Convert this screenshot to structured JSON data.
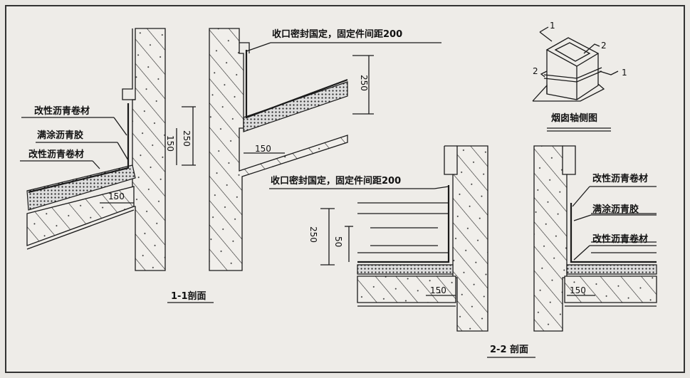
{
  "section_1_1": {
    "labels": [
      "改性沥青卷材",
      "满涂沥青胶",
      "改性沥青卷材"
    ],
    "dims": {
      "upturn_total": "250",
      "upturn_inner": "150",
      "horizontal": "150"
    },
    "title": "1-1剖面"
  },
  "section_1_1_right": {
    "note": "收口密封国定，固定件间距200",
    "dims": {
      "upturn": "250",
      "horizontal": "150"
    }
  },
  "axonometric": {
    "markers": [
      "1",
      "2",
      "2",
      "1"
    ],
    "title": "烟囱轴侧图"
  },
  "section_2_2": {
    "note": "收口密封国定，固定件间距200",
    "dims": {
      "total": "250",
      "inner": "50",
      "horizontal_left": "150",
      "horizontal_right": "150"
    },
    "labels": [
      "改性沥青卷材",
      "满涂沥青胶",
      "改性沥青卷材"
    ],
    "title": "2-2 剖面"
  }
}
